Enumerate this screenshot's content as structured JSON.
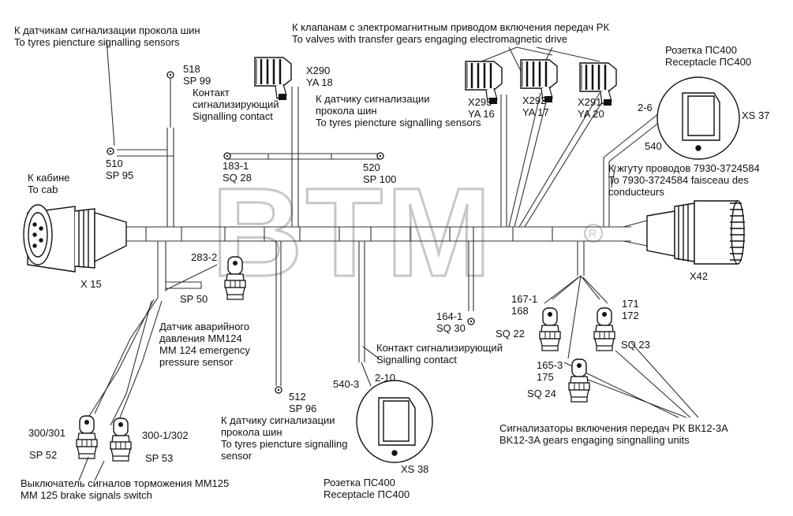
{
  "watermark": {
    "text": "BTM",
    "reg": "®",
    "color": "#c9c9c9"
  },
  "labels": {
    "sensors_to_tyres": [
      "К датчикам сигнализации прокола шин",
      "To tyres piencture signalling sensors"
    ],
    "valves": [
      "К клапанам с электромагнитным приводом включения передач РК",
      "To valves with transfer gears engaging electromagnetic drive"
    ],
    "receptacle_top": [
      "Розетка ПС400",
      "Receptacle ПС400"
    ],
    "x290": [
      "X290",
      "YA 18"
    ],
    "x293": [
      "X293",
      "YA 16"
    ],
    "x292": [
      "X292",
      "YA 17"
    ],
    "x291": [
      "X291",
      "YA 20"
    ],
    "xs37": "XS 37",
    "n2_6": "2-6",
    "n540_top": "540",
    "c518": [
      "518",
      "SP 99"
    ],
    "contact_top": [
      "Контакт",
      "сигнализирующий",
      "Signalling contact"
    ],
    "tyre_sensor_top": [
      "К датчику сигнализации",
      "прокола шин",
      "To tyres piencture signalling sensors"
    ],
    "c510": [
      "510",
      "SP 95"
    ],
    "c183": [
      "183-1",
      "SQ 28"
    ],
    "c520": [
      "520",
      "SP 100"
    ],
    "harness": [
      "К жгуту проводов 7930-3724584",
      "To 7930-3724584 faisceau des",
      "conducteurs"
    ],
    "to_cab": [
      "К кабине",
      "To cab"
    ],
    "x15": "X 15",
    "x42": "X42",
    "c283": "283-2",
    "sp50": "SP 50",
    "pressure": [
      "Датчик аварийного",
      "давления ММ124",
      "MM 124 emergency",
      "pressure sensor"
    ],
    "c164": [
      "164-1",
      "SQ 30"
    ],
    "contact_mid": [
      "Контакт сигнализирующий",
      "Signalling contact"
    ],
    "c167": [
      "167-1",
      "168"
    ],
    "c171": [
      "171",
      "172"
    ],
    "sq22": "SQ 22",
    "sq23": "SQ 23",
    "c165": [
      "165-3",
      "175"
    ],
    "sq24": "SQ 24",
    "c540_3": "540-3",
    "c2_10": "2-10",
    "xs38": "XS 38",
    "receptacle_bottom": [
      "Розетка ПС400",
      "Receptacle ПС400"
    ],
    "c512": [
      "512",
      "SP 96"
    ],
    "tyre_sensor_bottom": [
      "К датчику сигнализации",
      "прокола шин",
      "To tyres piencture signalling",
      "sensor"
    ],
    "gear_units": [
      "Сигнализаторы включения передач РК ВК12-3А",
      "BK12-3A gears engaging singnalling units"
    ],
    "c300": "300/301",
    "c300_1": "300-1/302",
    "sp52": "SP 52",
    "sp53": "SP 53",
    "brake_switch": [
      "Выключатель сигналов торможения ММ125",
      "MM 125 brake signals switch"
    ]
  }
}
